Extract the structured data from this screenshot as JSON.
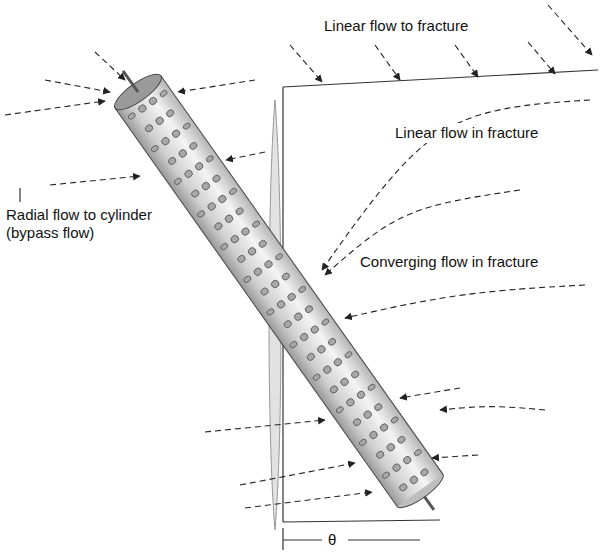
{
  "diagram": {
    "labels": [
      "Linear flow to fracture",
      "Linear flow in fracture",
      "Radial flow to cylinder (bypass flow)",
      "Converging flow in fracture",
      "θ"
    ]
  }
}
